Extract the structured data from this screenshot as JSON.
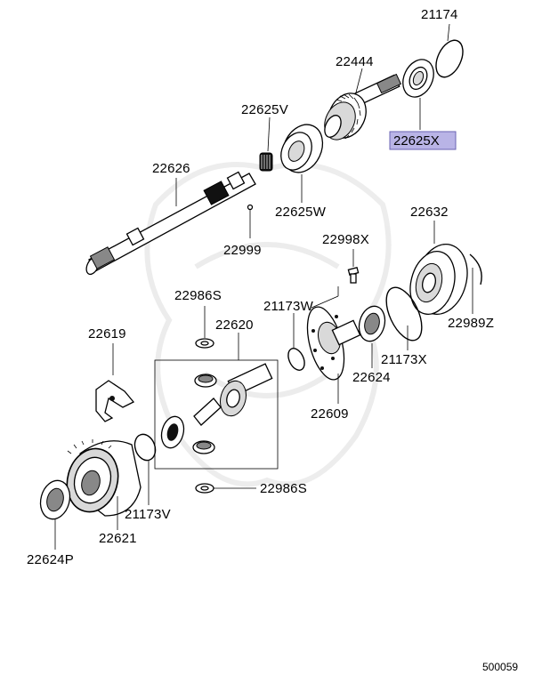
{
  "diagram": {
    "reference_number": "500059",
    "highlight_color": "#b9b4e6",
    "labels": {
      "p21174": "21174",
      "p22444": "22444",
      "p22625V": "22625V",
      "p22625X": "22625X",
      "p22626": "22626",
      "p22625W": "22625W",
      "p22999": "22999",
      "p22632": "22632",
      "p22998X": "22998X",
      "p22986S_top": "22986S",
      "p21173W": "21173W",
      "p22620": "22620",
      "p22619": "22619",
      "p22989Z": "22989Z",
      "p21173X": "21173X",
      "p22624": "22624",
      "p22609": "22609",
      "p22986S_bottom": "22986S",
      "p21173V": "21173V",
      "p22621": "22621",
      "p22624P": "22624P"
    }
  }
}
